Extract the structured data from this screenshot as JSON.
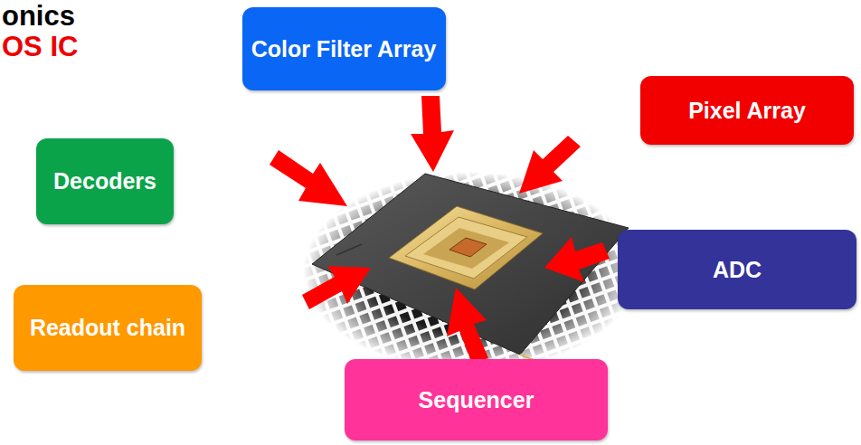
{
  "diagram": {
    "nodes": [
      {
        "text": [
          "Color Filter Array"
        ]
      },
      {
        "text": [
          "Pixel Array"
        ]
      },
      {
        "text": [
          "Decoders"
        ]
      },
      {
        "text": [
          "ADC"
        ]
      },
      {
        "text": [
          "Readout chain"
        ]
      },
      {
        "text": [
          "Sequencer"
        ]
      }
    ],
    "labels": [
      "onics",
      "OS IC"
    ]
  }
}
